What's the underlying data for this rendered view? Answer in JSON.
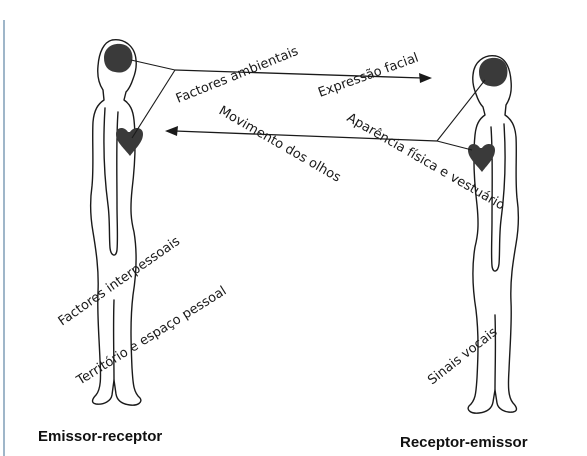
{
  "labels": {
    "factores_ambientais": "Factores ambientais",
    "expressao_facial": "Expressão facial",
    "movimento_olhos": "Movimento dos olhos",
    "aparencia": "Aparência física e vestuário",
    "factores_interpessoais": "Factores interpessoais",
    "territorio": "Território e espaço pessoal",
    "sinais_vocais": "Sinais vocais"
  },
  "captions": {
    "left": "Emissor-receptor",
    "right": "Receptor-emissor"
  },
  "colors": {
    "ink": "#1a1a1a",
    "organ_fill": "#3a3a3a",
    "frame_edge": "#9fb6c9"
  }
}
